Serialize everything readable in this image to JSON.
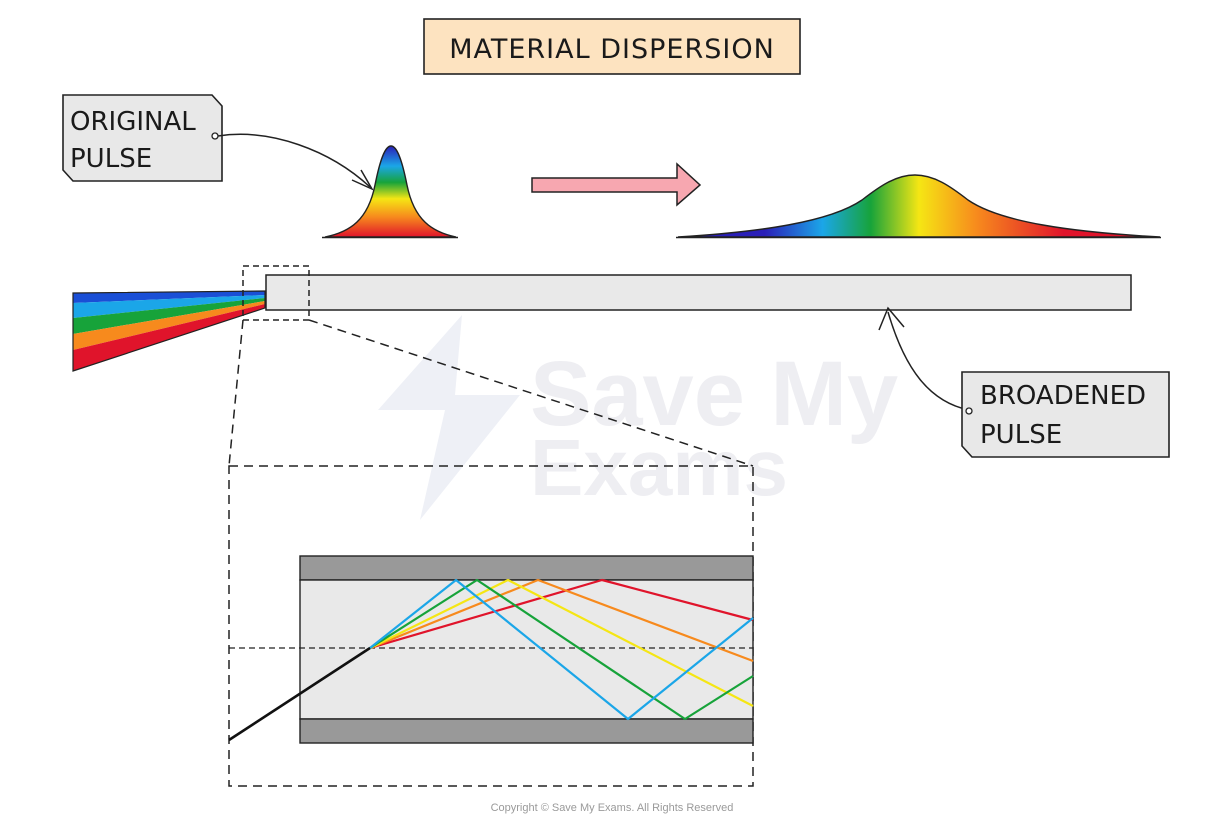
{
  "title": "MATERIAL  DISPERSION",
  "labels": {
    "original_line1": "ORIGINAL",
    "original_line2": "PULSE",
    "broadened_line1": "BROADENED",
    "broadened_line2": "PULSE"
  },
  "watermark": {
    "line1": "Save My",
    "line2": "Exams"
  },
  "copyright": "Copyright © Save My Exams. All Rights Reserved",
  "colors": {
    "title_bg": "#fde3c0",
    "label_bg": "#e8e8e8",
    "fibre_core": "#e9e9e9",
    "fibre_cladding": "#999999",
    "arrow": "#f7a7b0",
    "red": "#e0142b",
    "orange": "#f78a1d",
    "yellow": "#f5e614",
    "green": "#17a33a",
    "cyan": "#1ba6e8",
    "blue": "#1a4fd6",
    "indigo": "#2a1fb8"
  }
}
